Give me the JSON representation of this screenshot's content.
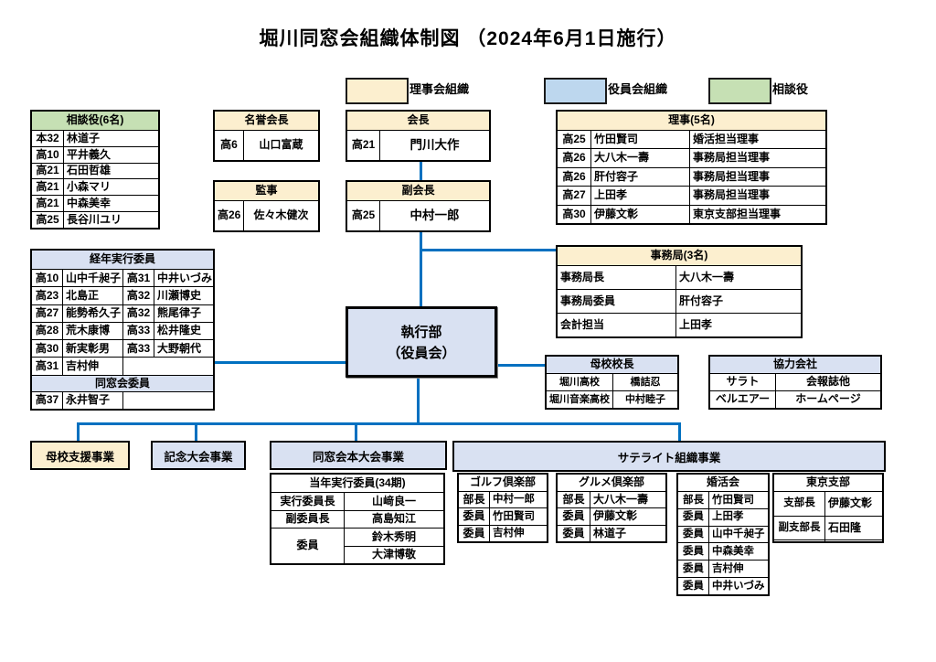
{
  "title": "堀川同窓会組織体制図 （2024年6月1日施行）",
  "legend": {
    "board_label": "理事会組織",
    "officers_label": "役員会組織",
    "advisors_label": "相談役"
  },
  "colors": {
    "board_fill": "#FCEFCF",
    "officers_header_fill": "#D9E1F2",
    "officers_legend_fill": "#BDD7EE",
    "advisors_fill": "#C6E0B4",
    "connector": "#0070C0"
  },
  "advisors": {
    "title": "相談役(6名)",
    "rows": [
      [
        "本32",
        "林道子"
      ],
      [
        "高10",
        "平井義久"
      ],
      [
        "高21",
        "石田哲雄"
      ],
      [
        "高21",
        "小森マリ"
      ],
      [
        "高21",
        "中森美幸"
      ],
      [
        "高25",
        "長谷川ユリ"
      ]
    ]
  },
  "honorary_president": {
    "title": "名誉会長",
    "rows": [
      [
        "高6",
        "山口富蔵"
      ]
    ]
  },
  "president": {
    "title": "会長",
    "rows": [
      [
        "高21",
        "門川大作"
      ]
    ]
  },
  "auditor": {
    "title": "監事",
    "rows": [
      [
        "高26",
        "佐々木健次"
      ]
    ]
  },
  "vice_president": {
    "title": "副会長",
    "rows": [
      [
        "高25",
        "中村一郎"
      ]
    ]
  },
  "directors": {
    "title": "理事(5名)",
    "rows": [
      [
        "高25",
        "竹田賢司",
        "婚活担当理事"
      ],
      [
        "高26",
        "大八木一壽",
        "事務局担当理事"
      ],
      [
        "高26",
        "肝付容子",
        "事務局担当理事"
      ],
      [
        "高27",
        "上田孝",
        "事務局担当理事"
      ],
      [
        "高30",
        "伊藤文彰",
        "東京支部担当理事"
      ]
    ]
  },
  "senior_committee": {
    "title": "経年実行委員",
    "rows": [
      [
        "高10",
        "山中千昶子",
        "高31",
        "中井いづみ"
      ],
      [
        "高23",
        "北島正",
        "高32",
        "川瀬博史"
      ],
      [
        "高27",
        "能勢希久子",
        "高32",
        "熊尾律子"
      ],
      [
        "高28",
        "荒木康博",
        "高33",
        "松井隆史"
      ],
      [
        "高30",
        "新実彰男",
        "高33",
        "大野朝代"
      ],
      [
        "高31",
        "吉村伸",
        ""
      ]
    ],
    "sub_title": "同窓会委員",
    "sub_rows": [
      [
        "高37",
        "永井智子",
        ""
      ]
    ]
  },
  "secretariat": {
    "title": "事務局(3名)",
    "rows": [
      [
        "事務局長",
        "大八木一壽"
      ],
      [
        "事務局委員",
        "肝付容子"
      ],
      [
        "会計担当",
        "上田孝"
      ]
    ]
  },
  "executive": {
    "line1": "執行部",
    "line2": "（役員会）"
  },
  "principals": {
    "title": "母校校長",
    "rows": [
      [
        "堀川高校",
        "橋詰忍"
      ],
      [
        "堀川音楽高校",
        "中村睦子"
      ]
    ]
  },
  "partners": {
    "title": "協力会社",
    "rows": [
      [
        "サラト",
        "会報誌他"
      ],
      [
        "ベルエアー",
        "ホームページ"
      ]
    ]
  },
  "projects": {
    "school_support": "母校支援事業",
    "memorial": "記念大会事業",
    "main_convention": "同窓会本大会事業",
    "satellite": "サテライト組織事業"
  },
  "current_committee": {
    "title": "当年実行委員(34期)",
    "chair_label": "実行委員長",
    "chair_name": "山﨑良一",
    "vice_label": "副委員長",
    "vice_name": "高島知江",
    "member_label": "委員",
    "member_names": [
      "鈴木秀明",
      "大津博敬"
    ]
  },
  "golf_club": {
    "title": "ゴルフ倶楽部",
    "rows": [
      [
        "部長",
        "中村一郎"
      ],
      [
        "委員",
        "竹田賢司"
      ],
      [
        "委員",
        "吉村伸"
      ]
    ]
  },
  "gourmet_club": {
    "title": "グルメ倶楽部",
    "rows": [
      [
        "部長",
        "大八木一壽"
      ],
      [
        "委員",
        "伊藤文彰"
      ],
      [
        "委員",
        "林道子"
      ]
    ]
  },
  "konkatsu_club": {
    "title": "婚活会",
    "rows": [
      [
        "部長",
        "竹田賢司"
      ],
      [
        "委員",
        "上田孝"
      ],
      [
        "委員",
        "山中千昶子"
      ],
      [
        "委員",
        "中森美幸"
      ],
      [
        "委員",
        "吉村伸"
      ],
      [
        "委員",
        "中井いづみ"
      ]
    ]
  },
  "tokyo_branch": {
    "title": "東京支部",
    "rows": [
      [
        "支部長",
        "伊藤文彰"
      ],
      [
        "副支部長",
        "石田隆"
      ],
      [
        "",
        ""
      ]
    ]
  }
}
